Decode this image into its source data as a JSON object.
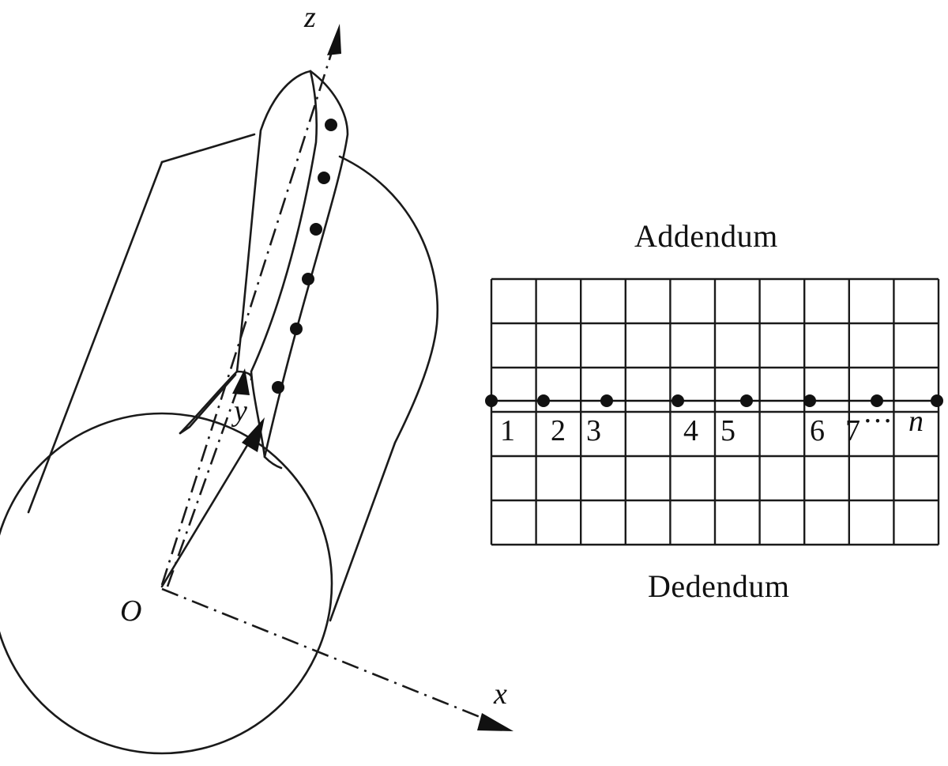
{
  "axes": {
    "z": "z",
    "y": "y",
    "x": "x",
    "origin": "O"
  },
  "grid": {
    "top_label": "Addendum",
    "bottom_label": "Dedendum",
    "columns": 10,
    "rows": 6,
    "points": [
      "1",
      "2",
      "3",
      "4",
      "5",
      "6",
      "7"
    ],
    "ellipsis": "···",
    "last_point": "n"
  }
}
